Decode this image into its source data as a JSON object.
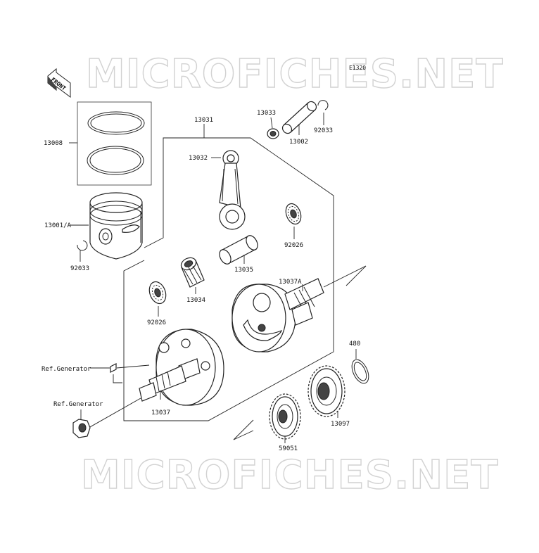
{
  "watermark": {
    "text": "MICROFICHES.NET"
  },
  "diagram": {
    "code": "E1320",
    "front_label": "FRONT",
    "parts": {
      "p13008": "13008",
      "p13001": "13001/A",
      "p92033_left": "92033",
      "p13031": "13031",
      "p13033": "13033",
      "p92033_right": "92033",
      "p13002": "13002",
      "p13032": "13032",
      "p92026_right": "92026",
      "p13035": "13035",
      "p13034": "13034",
      "p92026_left": "92026",
      "p13037A": "13037A",
      "p480": "480",
      "ref_gen_1": "Ref.Generator",
      "ref_gen_2": "Ref.Generator",
      "p13037": "13037",
      "p13097": "13097",
      "p59051": "59051"
    }
  }
}
